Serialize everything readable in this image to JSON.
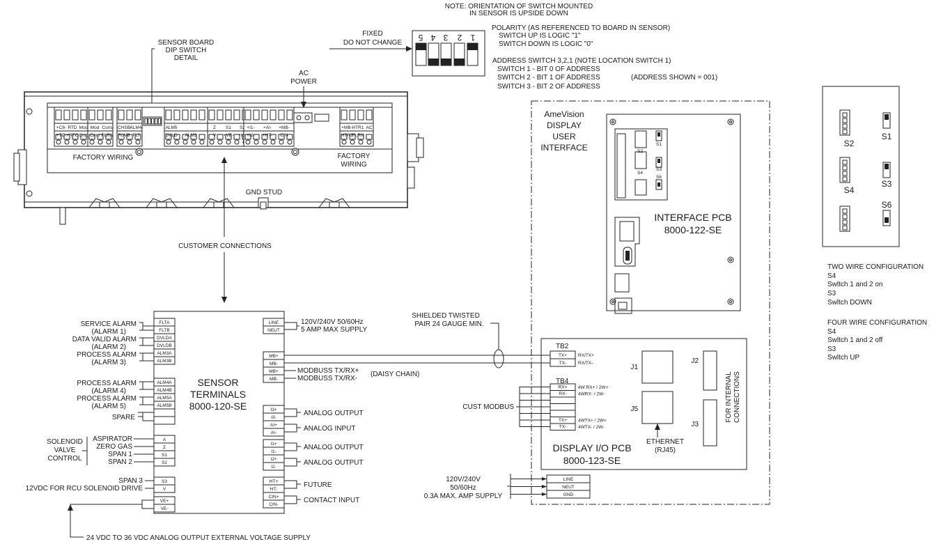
{
  "notes": {
    "orientation_1": "NOTE: ORIENTATION OF SWITCH MOUNTED",
    "orientation_2": "IN SENSOR IS UPSIDE DOWN",
    "polarity_1": "POLARITY (AS REFERENCED TO BOARD IN SENSOR)",
    "polarity_2": "SWITCH UP IS LOGIC \"1\"",
    "polarity_3": "SWITCH DOWN IS LOGIC \"0\"",
    "address_1": "ADDRESS SWITCH 3,2,1 (NOTE LOCATION SWITCH 1)",
    "address_2": "SWITCH 1 - BIT 0 OF ADDRESS",
    "address_3": "SWITCH 2 - BIT 1 OF ADDRESS",
    "address_shown": "(ADDRESS SHOWN = 001)",
    "address_4": "SWITCH 3 - BIT 2 OF ADDRESS",
    "fixed_1": "FIXED",
    "fixed_2": "DO NOT CHANGE"
  },
  "dip_numbers": [
    "5",
    "4",
    "3",
    "2",
    "1"
  ],
  "sensor_labels": {
    "dip_1": "SENSOR BOARD",
    "dip_2": "DIP SWITCH",
    "dip_3": "DETAIL",
    "ac_1": "AC",
    "ac_2": "POWER",
    "factory_left": "FACTORY WIRING",
    "factory_right_1": "FACTORY",
    "factory_right_2": "WIRING",
    "gnd_stud": "GND STUD",
    "customer_connections": "CUSTOMER CONNECTIONS"
  },
  "terminal_strip_labels": {
    "row1": [
      "+C8-",
      "RTD",
      "Mod",
      "Mod",
      "Cons",
      "CHSB",
      "ALM4-",
      "ALM5",
      "",
      "A",
      "Z",
      "S1",
      "S2",
      "+I1-",
      "+AI-",
      "+MB-",
      "+MB-",
      "HTR1",
      "AC"
    ],
    "row2": [
      "+TC-",
      "+RTC",
      "Cmd",
      "Cmd",
      "FLRN",
      "FLWB",
      "FLT",
      "DVLD",
      "ALM3",
      "",
      "V",
      "+VE-",
      "+I1-",
      "+I2-",
      "+HT-",
      "CIN",
      "HTR2",
      "FLRN"
    ]
  },
  "terminals": {
    "title_1": "SENSOR",
    "title_2": "TERMINALS",
    "title_3": "8000-120-SE",
    "left_pins": [
      "FLTA",
      "FLTB",
      "DVLDA",
      "DVLDB",
      "ALM3A",
      "ALM3B",
      "ALM4A",
      "ALM4B",
      "ALM5A",
      "ALM5B",
      "",
      "",
      "A",
      "Z",
      "S1",
      "S2",
      "S3",
      "V",
      "VE+",
      "VE-"
    ],
    "right_pins": [
      "LINE",
      "NEUT",
      "MB+",
      "MB-",
      "MB+",
      "MB-",
      "I3+",
      "I3-",
      "AI+",
      "AI-",
      "I1+",
      "I1-",
      "I2+",
      "I2-",
      "HT+",
      "HT-",
      "CIN+",
      "CIN-"
    ],
    "left_labels": {
      "service_alarm": "SERVICE ALARM",
      "alarm1": "(ALARM 1)",
      "data_valid_alarm": "DATA VALID ALARM",
      "alarm2": "(ALARM 2)",
      "process_alarm_3": "PROCESS ALARM",
      "alarm3": "(ALARM 3)",
      "process_alarm_4": "PROCESS ALARM",
      "alarm4": "(ALARM 4)",
      "process_alarm_5": "PROCESS ALARM",
      "alarm5": "(ALARM 5)",
      "spare": "SPARE",
      "aspirator": "ASPIRATOR",
      "zero_gas": "ZERO GAS",
      "span1": "SPAN 1",
      "span2": "SPAN 2",
      "solenoid_1": "SOLENOID",
      "solenoid_2": "VALVE",
      "solenoid_3": "CONTROL",
      "span3": "SPAN 3",
      "rcu": "12VDC FOR RCU SOLENOID DRIVE"
    },
    "right_labels": {
      "power_1": "120V/240V 50/60Hz",
      "power_2": "5 AMP MAX SUPPLY",
      "modbus_1": "MODBUSS TX/RX+",
      "modbus_2": "MODBUSS TX/RX-",
      "daisy": "(DAISY CHAIN)",
      "analog_output_1": "ANALOG OUTPUT",
      "analog_input": "ANALOG INPUT",
      "analog_output_2": "ANALOG OUTPUT",
      "analog_output_3": "ANALOG OUTPUT",
      "future": "FUTURE",
      "contact_input": "CONTACT INPUT"
    },
    "external_supply": "24 VDC TO 36 VDC ANALOG OUTPUT EXTERNAL VOLTAGE SUPPLY"
  },
  "cable": {
    "label_1": "SHIELDED TWISTED",
    "label_2": "PAIR 24 GAUGE MIN."
  },
  "display": {
    "title_1": "AmeVision",
    "title_2": "DISPLAY",
    "title_3": "USER",
    "title_4": "INTERFACE",
    "interface_1": "INTERFACE PCB",
    "interface_2": "8000-122-SE",
    "switch_small": [
      "S1",
      "S2",
      "S3",
      "S4",
      "S6"
    ],
    "io_1": "DISPLAY I/O PCB",
    "io_2": "8000-123-SE",
    "tb2": "TB2",
    "tb2_pins": [
      "TX+",
      "TX-"
    ],
    "tb2_labels": [
      "RX/TX+",
      "RX/TX-"
    ],
    "tb4": "TB4",
    "tb4_pins": [
      "RX+",
      "RX-",
      "",
      "",
      "",
      "TX+",
      "TX-"
    ],
    "tb4_labels": [
      "4W RX+ / 2W+",
      "4WRX- / 2W-",
      "",
      "",
      "",
      "4WTX+ / 2W+",
      "4WTX- / 2W-"
    ],
    "cust_modbus": "CUST MODBUS",
    "j1": "J1",
    "j2": "J2",
    "j3": "J3",
    "j5": "J5",
    "ethernet_1": "ETHERNET",
    "ethernet_2": "(RJ45)",
    "internal_1": "FOR INTERNAL",
    "internal_2": "CONNECTIONS",
    "power_pins": [
      "LINE",
      "NEUT",
      "GND"
    ],
    "power_1": "120V/240V",
    "power_2": "50/60Hz",
    "power_3": "0.3A MAX. AMP SUPPLY"
  },
  "switch_config": {
    "labels": [
      "S2",
      "S1",
      "S4",
      "S3",
      "S6"
    ],
    "two_wire": [
      "TWO WIRE CONFIGURATION",
      "S4",
      "Swltch 1 and 2 on",
      "S3",
      "Swltch DOWN"
    ],
    "four_wire": [
      "FOUR WIRE CONFIGURATION",
      "S4",
      "Swltch 1 and 2 off",
      "S3",
      "Swltch UP"
    ]
  }
}
